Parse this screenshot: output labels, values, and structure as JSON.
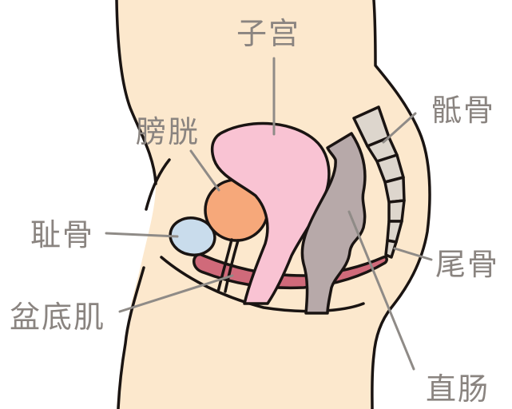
{
  "diagram": {
    "subject": "female pelvic anatomy, sagittal view",
    "labels": {
      "uterus": "子宫",
      "bladder": "膀胱",
      "sacrum": "骶骨",
      "pubic_bone": "耻骨",
      "coccyx": "尾骨",
      "pelvic_floor_muscle": "盆底肌",
      "rectum": "直肠"
    },
    "colors": {
      "background": "#ffffff",
      "skin": "#fce8cd",
      "uterus": "#f9c3d3",
      "bladder": "#f6a87a",
      "pubic_bone": "#c9dcec",
      "pelvic_floor_muscle": "#d06a7a",
      "rectum": "#b7a9a9",
      "spine": "#ddd6cd",
      "outline": "#1a1412",
      "label_text": "#8a8480",
      "leader_line": "#8f8b87"
    }
  }
}
